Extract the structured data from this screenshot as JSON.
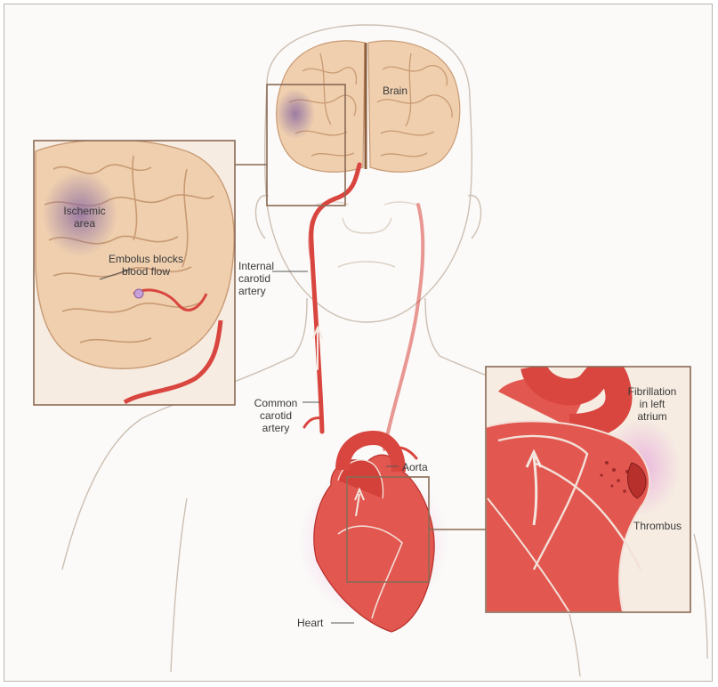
{
  "labels": {
    "brain": "Brain",
    "ischemic_area": "Ischemic\narea",
    "embolus": "Embolus blocks\nblood flow",
    "internal_carotid": "Internal\ncarotid\nartery",
    "common_carotid": "Common\ncarotid\nartery",
    "aorta": "Aorta",
    "heart": "Heart",
    "fibrillation": "Fibrillation\nin left\natrium",
    "thrombus": "Thrombus"
  },
  "colors": {
    "artery": "#d9453f",
    "artery_dark": "#b8302c",
    "brain": "#efcfae",
    "brain_fold": "#c99a74",
    "ischemic": "#8e6fa6",
    "heart": "#e2574f",
    "heart_glow": "#d970c6",
    "inset_border": "#8a6a55",
    "outline": "#c8beb3",
    "leader": "#555555"
  }
}
